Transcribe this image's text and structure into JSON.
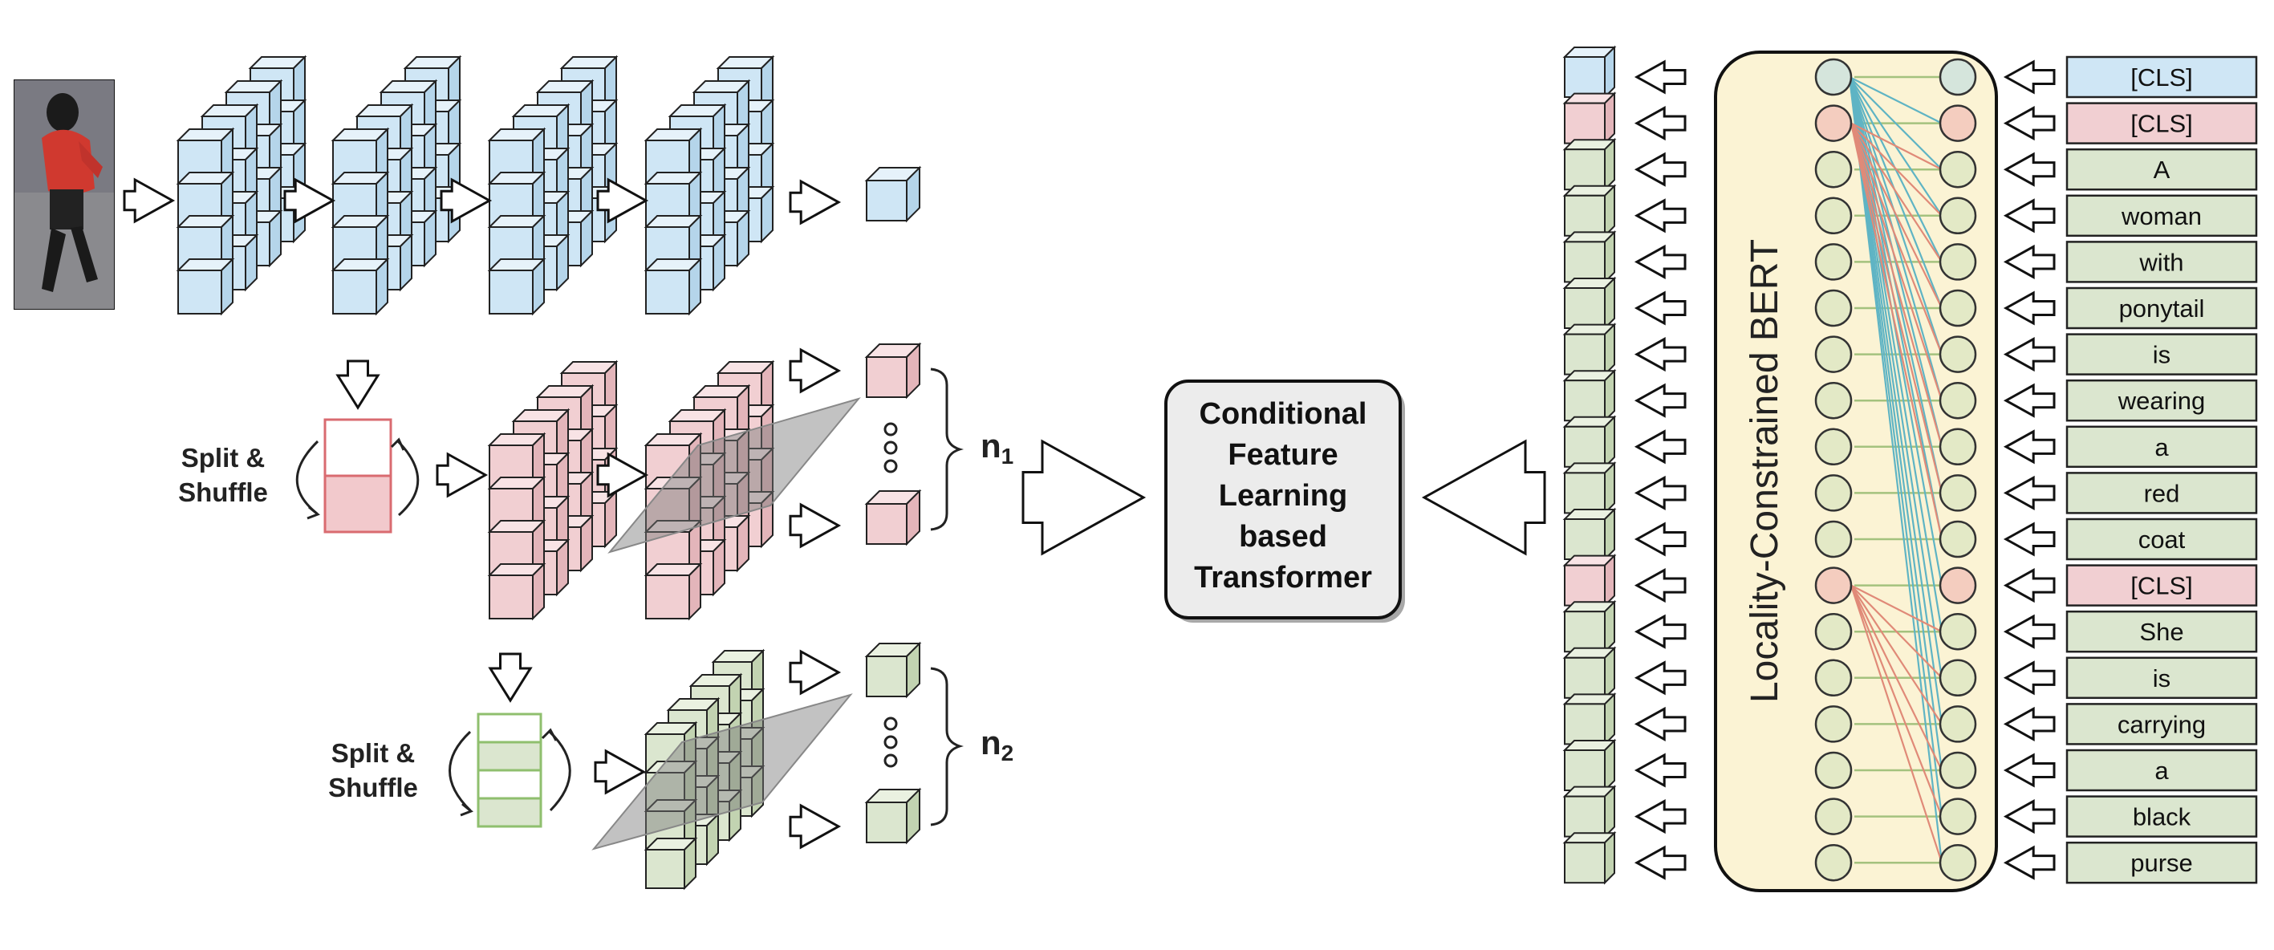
{
  "left_branch": {
    "split_label_1": [
      "Split &",
      "Shuffle"
    ],
    "split_label_2": [
      "Split &",
      "Shuffle"
    ],
    "n1_main": "n",
    "n1_sub": "1",
    "n2_main": "n",
    "n2_sub": "2"
  },
  "center": {
    "box_lines": [
      "Conditional",
      "Feature",
      "Learning",
      "based",
      "Transformer"
    ]
  },
  "right_branch": {
    "bert_label": "Locality-Constrained BERT",
    "tokens": [
      "[CLS]",
      "[CLS]",
      "A",
      "woman",
      "with",
      "ponytail",
      "is",
      "wearing",
      "a",
      "red",
      "coat",
      "[CLS]",
      "She",
      "is",
      "carrying",
      "a",
      "black",
      "purse"
    ],
    "token_colors": [
      "blue",
      "pink",
      "green",
      "green",
      "green",
      "green",
      "green",
      "green",
      "green",
      "green",
      "green",
      "pink",
      "green",
      "green",
      "green",
      "green",
      "green",
      "green"
    ]
  },
  "colors": {
    "blue_face": "#cfe6f5",
    "blue_top": "#e6f2fa",
    "blue_side": "#b5d5ea",
    "pink_face": "#f1cfd2",
    "pink_top": "#f8e3e5",
    "pink_side": "#e3b5ba",
    "green_face": "#dbe6cf",
    "green_top": "#eaf1e1",
    "green_side": "#c2d3b1",
    "bert_bg": "#fbf3d4",
    "cyan_line": "#5fb4c4",
    "salmon_line": "#e08a78",
    "green_line": "#a4c27e",
    "node_pink": "#f4cdbf",
    "node_green": "#e3e9c6",
    "node_blue": "#d5e5dc"
  }
}
